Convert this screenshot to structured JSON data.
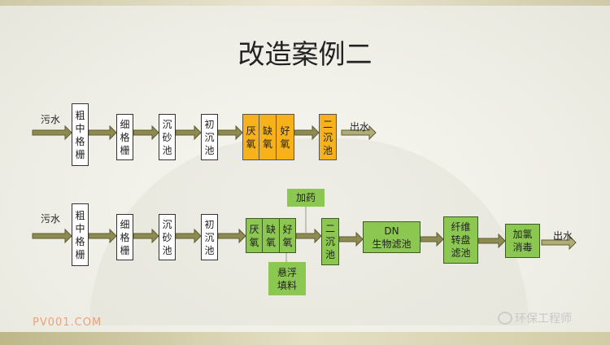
{
  "title": "改造案例二",
  "row1": {
    "input": "污水",
    "boxes": [
      "粗中格栅",
      "细格栅",
      "沉砂池",
      "初沉池"
    ],
    "bio": [
      "厌氧",
      "缺氧",
      "好氧"
    ],
    "clarifier": "二沉池",
    "output": "出水"
  },
  "row2": {
    "input": "污水",
    "boxes": [
      "粗中格栅",
      "细格栅",
      "沉砂池",
      "初沉池"
    ],
    "bio": [
      "厌氧",
      "缺氧",
      "好氧"
    ],
    "dosing": "加药",
    "media": "悬浮填料",
    "clarifier": "二沉池",
    "dn_line1": "DN",
    "dn_line2": "生物滤池",
    "disc_filter": "纤维转盘滤池",
    "chlorination": "加氯消毒",
    "output": "出水"
  },
  "watermark_left": "PV001.COM",
  "watermark_right": "环保工程师",
  "colors": {
    "orange": "#f7b21b",
    "green": "#8cc751",
    "arrow": "#8d8b52"
  }
}
